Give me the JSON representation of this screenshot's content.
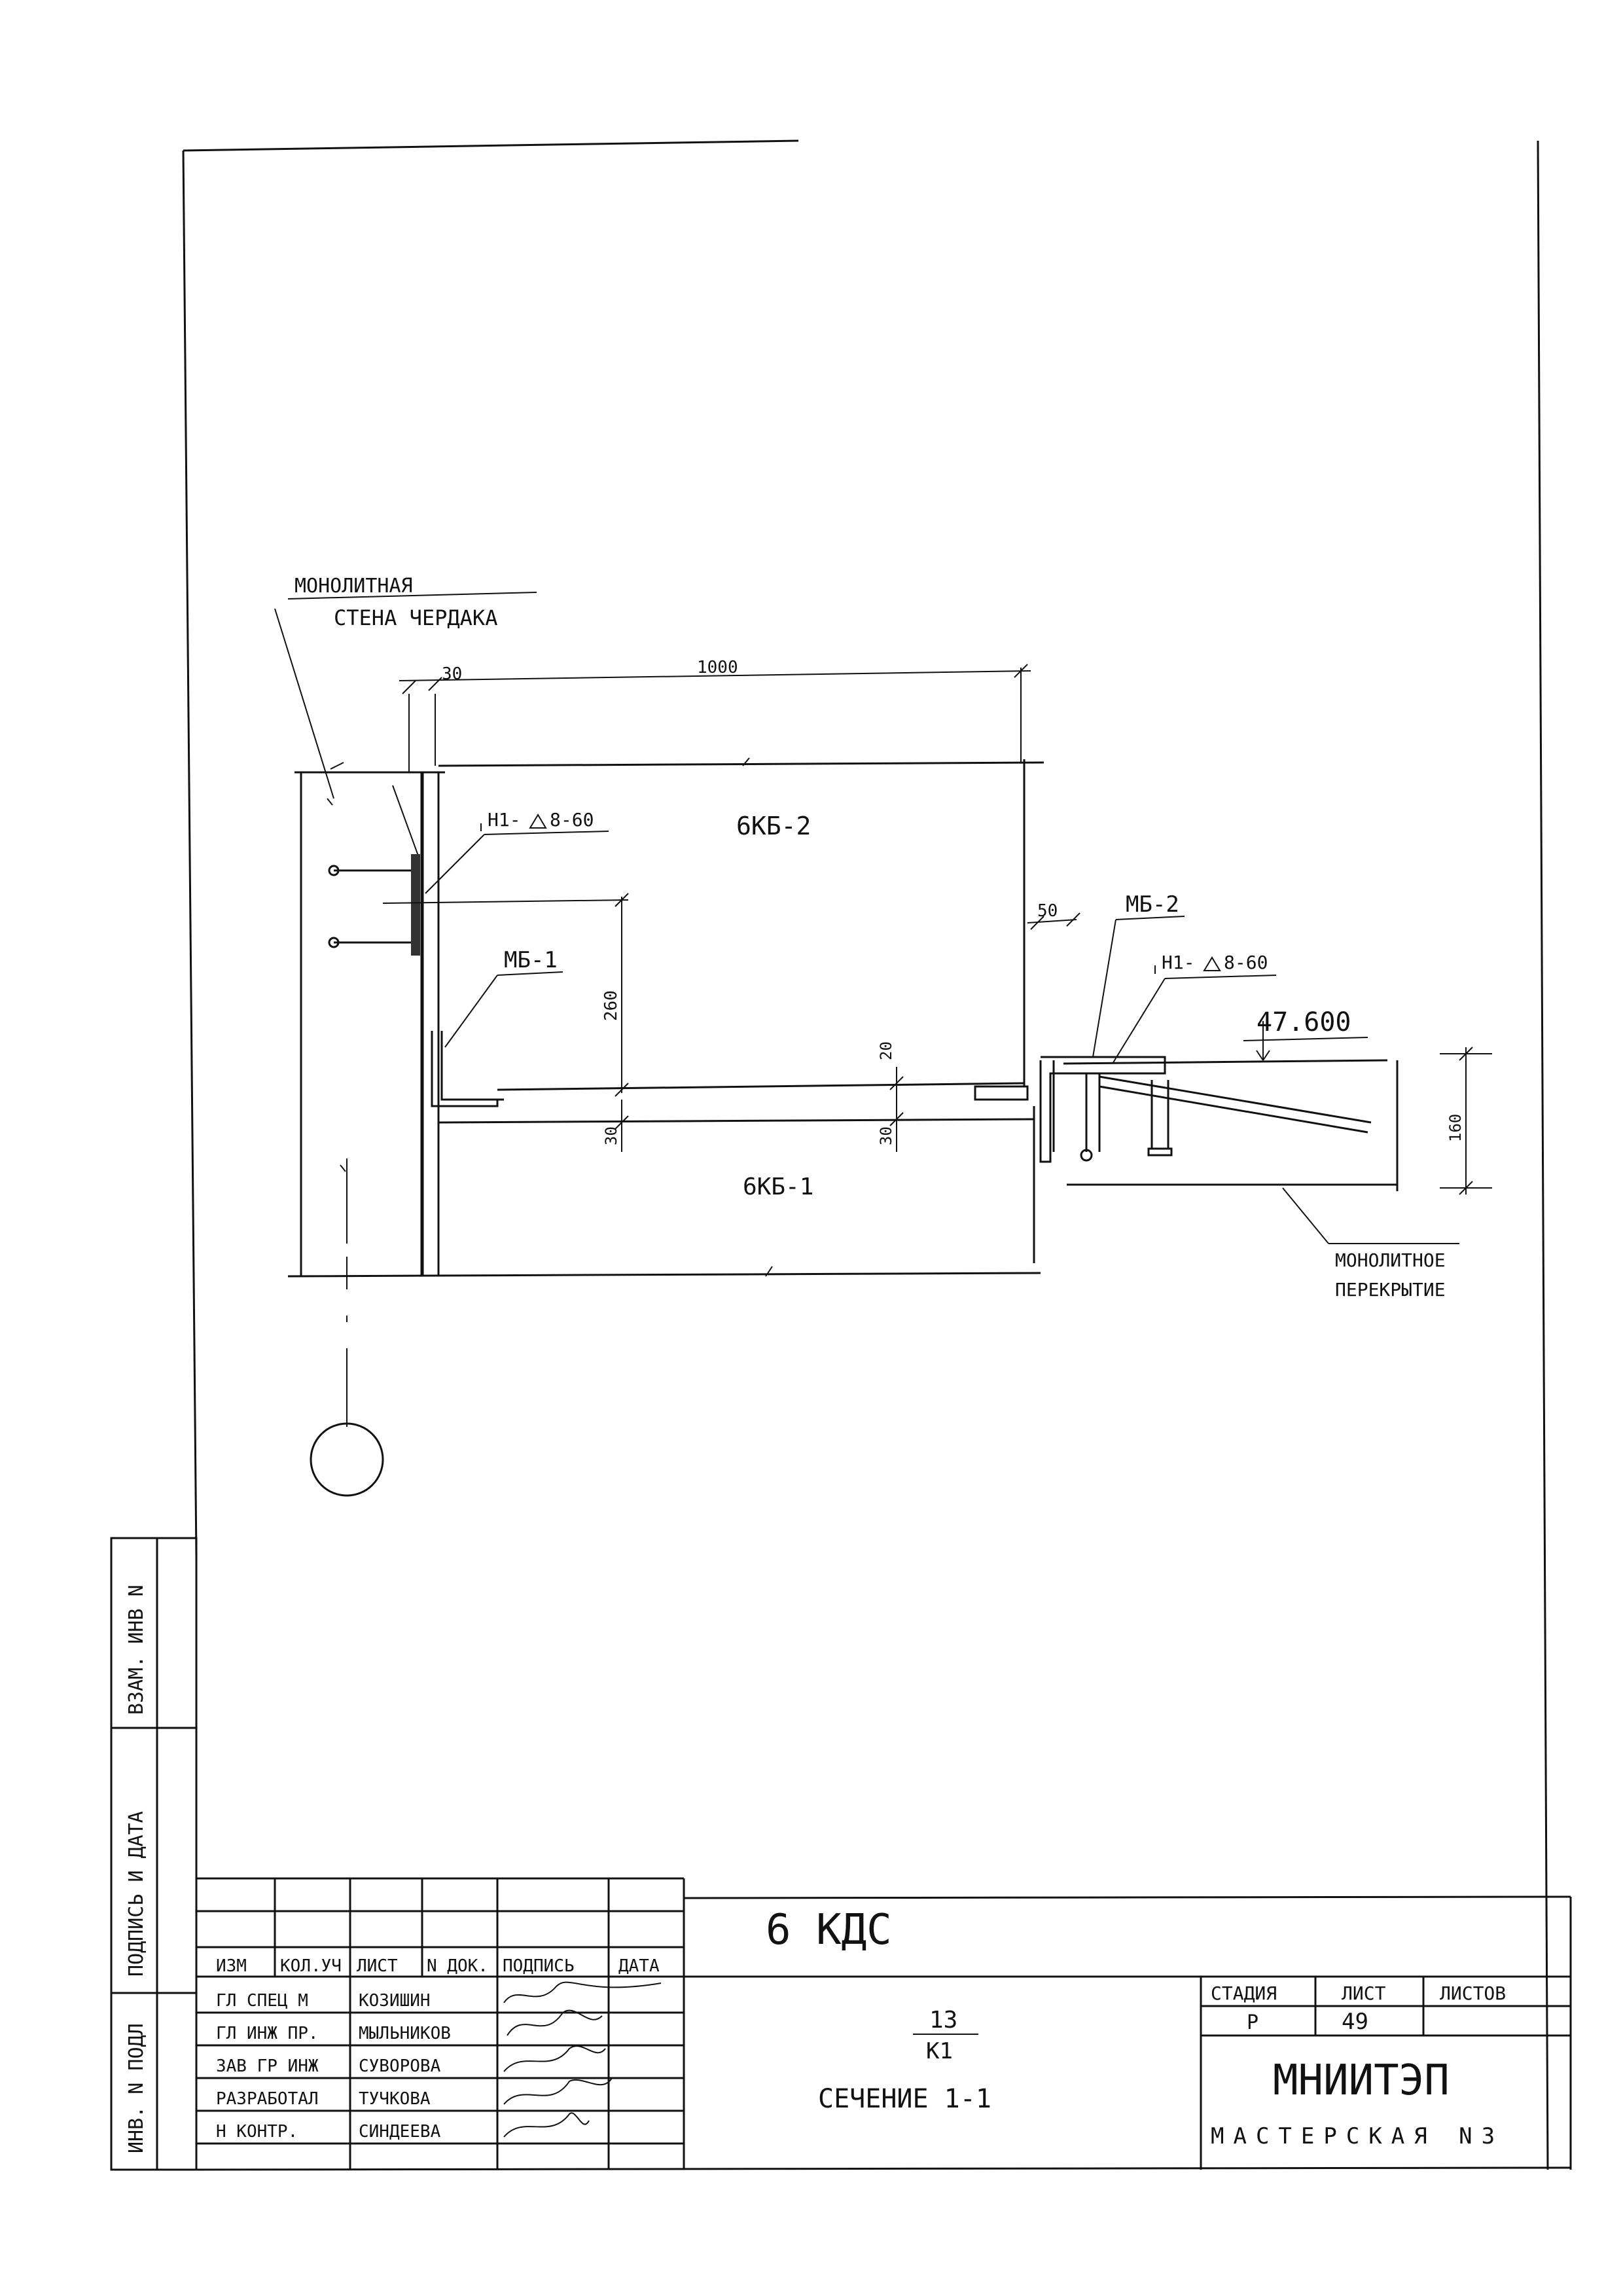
{
  "drawing": {
    "labels": {
      "wall_line1": "МОНОЛИТНАЯ",
      "wall_line2": "СТЕНА ЧЕРДАКА",
      "panel_top": "6КБ-2",
      "panel_bottom": "6КБ-1",
      "mb1": "МБ-1",
      "mb2": "МБ-2",
      "weld_left": "Н1-",
      "weld_left_spec": "8-60",
      "weld_right": "Н1-",
      "weld_right_spec": "8-60",
      "elevation": "47.600",
      "slab_line1": "МОНОЛИТНОЕ",
      "slab_line2": "ПЕРЕКРЫТИЕ"
    },
    "dimensions": {
      "d30_top": "30",
      "d1000": "1000",
      "d50": "50",
      "d260": "260",
      "d20": "20",
      "d30_left": "30",
      "d30_mid": "30",
      "d160": "160"
    }
  },
  "side_stamp": {
    "vzam": "ВЗАМ. ИНВ N",
    "podp": "ПОДПИСЬ И ДАТА",
    "inv": "ИНВ. N ПОДЛ"
  },
  "title_block": {
    "code": "6 КДС",
    "headers": [
      "ИЗМ",
      "КОЛ.УЧ",
      "ЛИСТ",
      "N ДОК.",
      "ПОДПИСЬ",
      "ДАТА"
    ],
    "people": [
      {
        "role": "ГЛ СПЕЦ М",
        "name": "КОЗИШИН"
      },
      {
        "role": "ГЛ ИНЖ ПР.",
        "name": "МЫЛЬНИКОВ"
      },
      {
        "role": "ЗАВ ГР ИНЖ",
        "name": "СУВОРОВА"
      },
      {
        "role": "РАЗРАБОТАЛ",
        "name": "ТУЧКОВА"
      },
      {
        "role": "Н КОНТР.",
        "name": "СИНДЕЕВА"
      }
    ],
    "ref_top": "13",
    "ref_bottom": "К1",
    "section": "СЕЧЕНИЕ 1-1",
    "stage_label": "СТАДИЯ",
    "sheet_label": "ЛИСТ",
    "sheets_label": "ЛИСТОВ",
    "stage": "Р",
    "sheet": "49",
    "sheets": "",
    "org": "МНИИТЭП",
    "workshop": "МАСТЕРСКАЯ N3"
  }
}
